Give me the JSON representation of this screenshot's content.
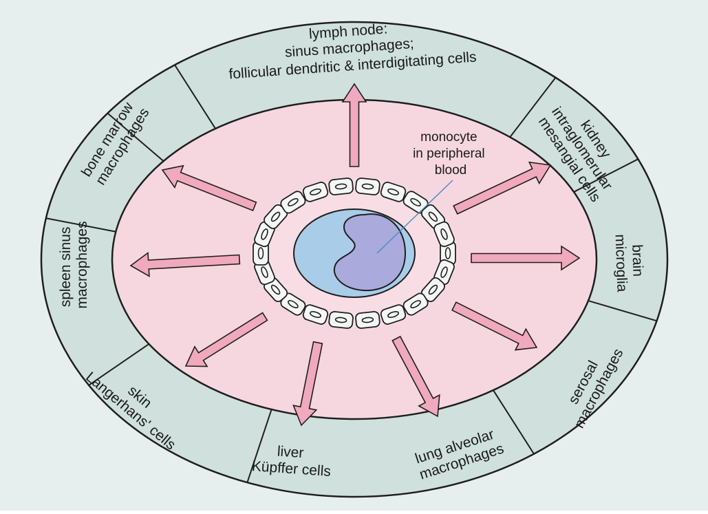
{
  "colors": {
    "page_background": "#e7eeee",
    "ring_fill": "#cfe0dd",
    "inner_disk": "#f6d7df",
    "arrow": "#f0a9bd",
    "outline": "#1e1e1e",
    "endothelium_fill": "#f4f7f6",
    "blood_fill": "#a9cde8",
    "monocyte_fill": "#aaaadc",
    "pointer_line": "#4a90c4"
  },
  "center": {
    "label_lines": [
      "monocyte",
      "in peripheral",
      "blood"
    ]
  },
  "segments": [
    {
      "id": "lymph-node",
      "lines": [
        "lymph node:",
        "sinus macrophages;",
        "follicular dendritic & interdigitating cells"
      ]
    },
    {
      "id": "kidney",
      "lines": [
        "kidney",
        "intraglomerular",
        "mesangial cells"
      ]
    },
    {
      "id": "brain",
      "lines": [
        "brain",
        "microglia"
      ]
    },
    {
      "id": "serosal",
      "lines": [
        "serosal",
        "macrophages"
      ]
    },
    {
      "id": "lung",
      "lines": [
        "lung alveolar",
        "macrophages"
      ]
    },
    {
      "id": "liver",
      "lines": [
        "liver",
        "Küpffer cells"
      ]
    },
    {
      "id": "skin",
      "lines": [
        "skin",
        "Langerhans' cells"
      ]
    },
    {
      "id": "spleen",
      "lines": [
        "spleen sinus",
        "macrophages"
      ]
    },
    {
      "id": "bone-marrow",
      "lines": [
        "bone marrow",
        "macrophages"
      ]
    }
  ]
}
